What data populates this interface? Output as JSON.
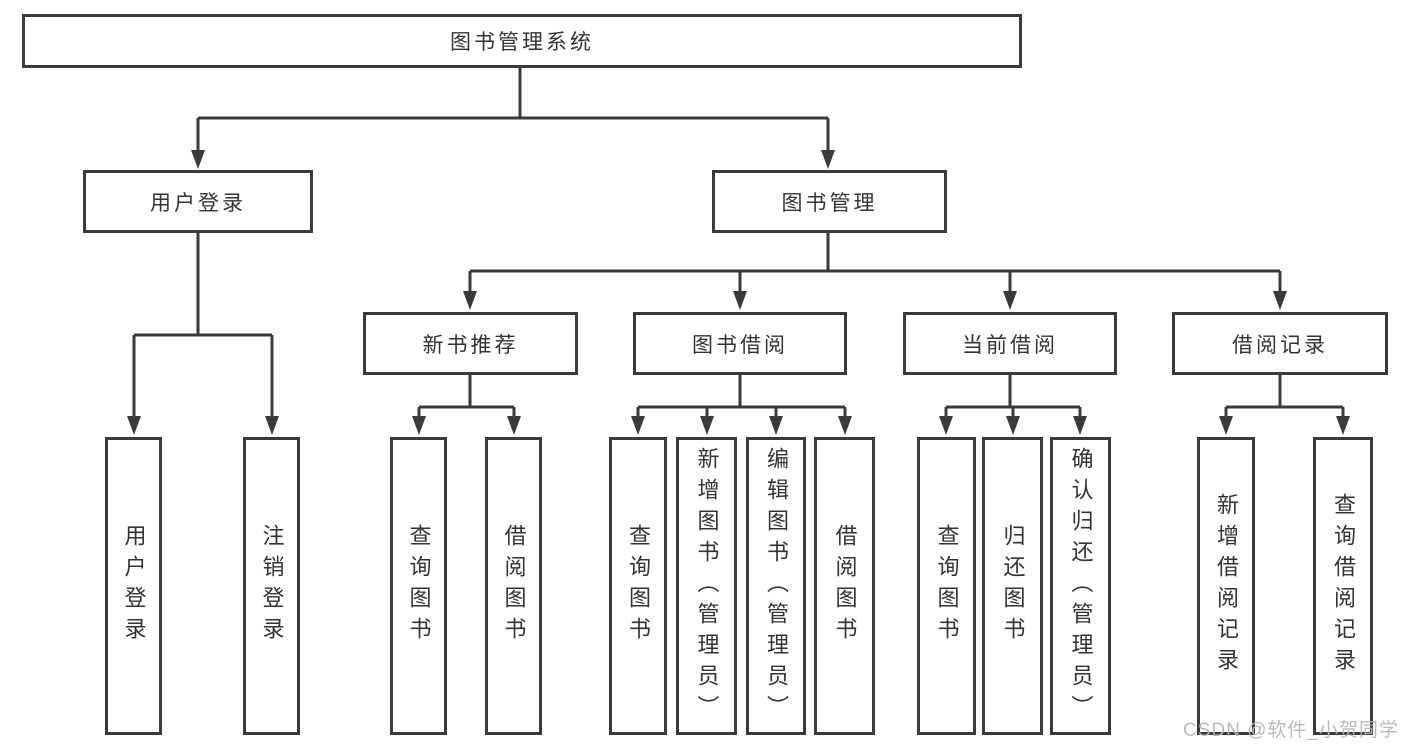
{
  "diagram_title": "图书管理系统",
  "nodes": {
    "root": {
      "label": "图书管理系统"
    },
    "level2": [
      {
        "label": "用户登录"
      },
      {
        "label": "图书管理"
      }
    ],
    "level3": [
      {
        "label": "新书推荐",
        "parent": "图书管理"
      },
      {
        "label": "图书借阅",
        "parent": "图书管理"
      },
      {
        "label": "当前借阅",
        "parent": "图书管理"
      },
      {
        "label": "借阅记录",
        "parent": "图书管理"
      }
    ],
    "leaves": [
      {
        "label": "用户登录",
        "parent": "用户登录"
      },
      {
        "label": "注销登录",
        "parent": "用户登录"
      },
      {
        "label": "查询图书",
        "parent": "新书推荐"
      },
      {
        "label": "借阅图书",
        "parent": "新书推荐"
      },
      {
        "label": "查询图书",
        "parent": "图书借阅"
      },
      {
        "label": "新增图书（管理员）",
        "parent": "图书借阅"
      },
      {
        "label": "编辑图书（管理员）",
        "parent": "图书借阅"
      },
      {
        "label": "借阅图书",
        "parent": "图书借阅"
      },
      {
        "label": "查询图书",
        "parent": "当前借阅"
      },
      {
        "label": "归还图书",
        "parent": "当前借阅"
      },
      {
        "label": "确认归还（管理员）",
        "parent": "当前借阅"
      },
      {
        "label": "新增借阅记录",
        "parent": "借阅记录"
      },
      {
        "label": "查询借阅记录",
        "parent": "借阅记录"
      }
    ]
  },
  "watermark": {
    "text": "CSDN @软件_小贺同学"
  },
  "colors": {
    "line": "#3a3a3a",
    "text": "#333333",
    "background": "#ffffff",
    "watermark": "#bab4b4"
  }
}
